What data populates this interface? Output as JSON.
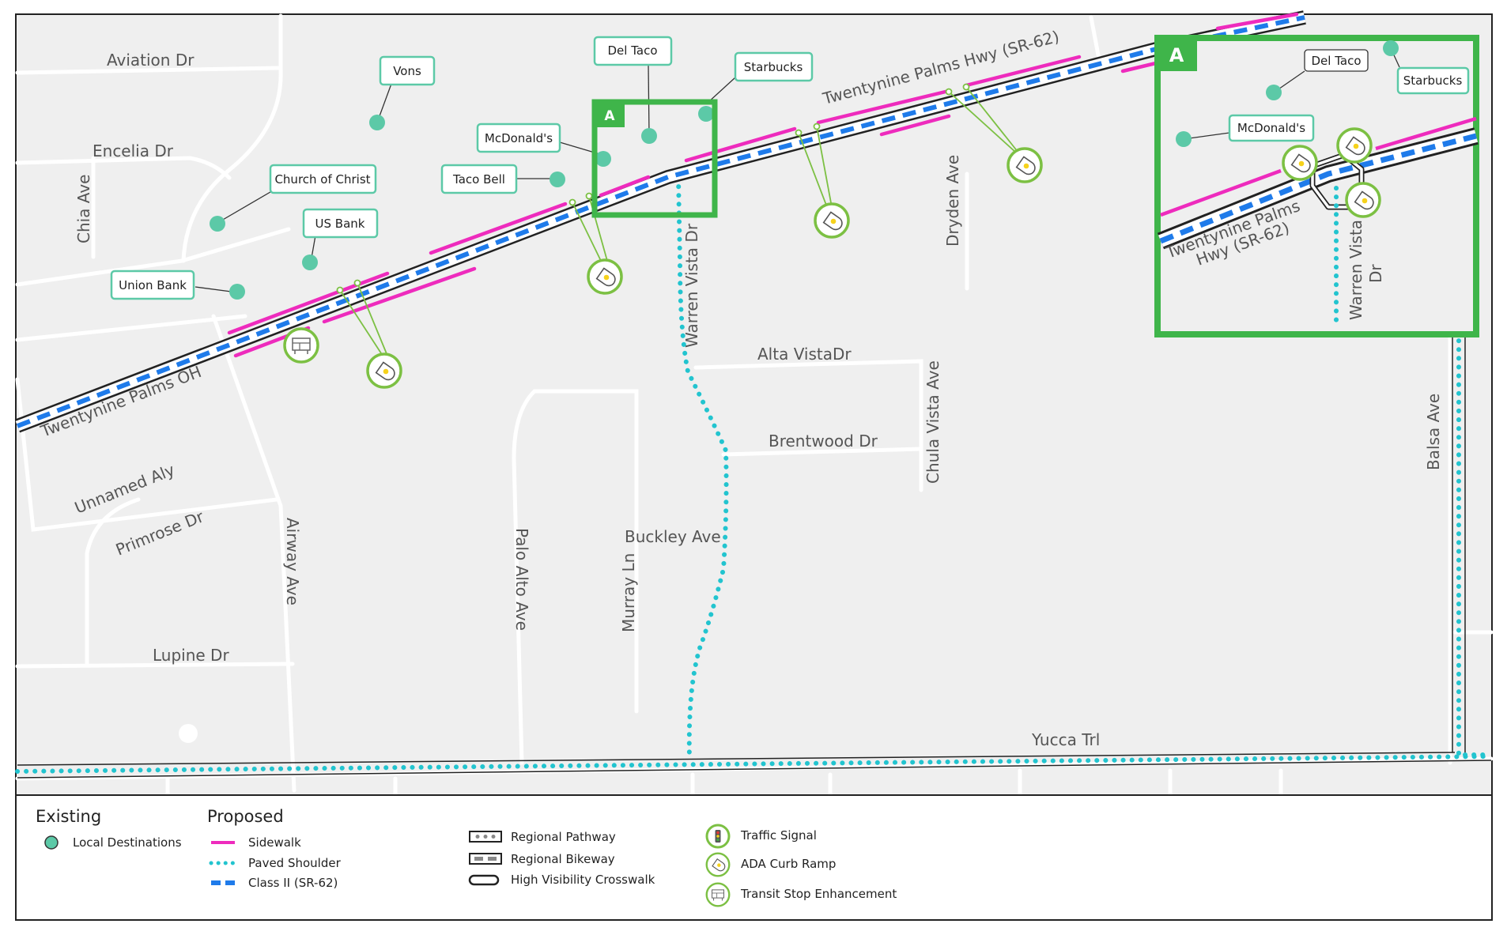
{
  "colors": {
    "background": "#efefef",
    "road": "#ffffff",
    "sidewalk": "#ee2bbd",
    "paved_shoulder": "#22c4cf",
    "class2": "#1f7bea",
    "destination": "#5cc9a7",
    "callout_border": "#5cc9a7",
    "inset_box": "#3fb54a",
    "symbol_ring": "#7cc043",
    "symbol_accent": "#f6d21b"
  },
  "streets": {
    "aviation": "Aviation Dr",
    "encelia": "Encelia Dr",
    "chia": "Chia Ave",
    "twentynine_hwy": "Twentynine Palms Hwy (SR-62)",
    "twentynine_oh": "Twentynine Palms OH",
    "warren": "Warren Vista Dr",
    "dryden": "Dryden Ave",
    "alta_vista": "Alta VistaDr",
    "brentwood": "Brentwood Dr",
    "chula_vista": "Chula Vista Ave",
    "unnamed": "Unnamed Aly",
    "primrose": "Primrose Dr",
    "airway": "Airway Ave",
    "palo_alto": "Palo Alto Ave",
    "buckley": "Buckley Ave",
    "murray": "Murray Ln",
    "lupine": "Lupine Dr",
    "yucca": "Yucca Trl",
    "balsa": "Balsa  Ave"
  },
  "destinations": {
    "vons": "Vons",
    "del_taco": "Del Taco",
    "starbucks": "Starbucks",
    "mcdonalds": "McDonald's",
    "taco_bell": "Taco Bell",
    "church": "Church of Christ",
    "us_bank": "US Bank",
    "union_bank": "Union Bank"
  },
  "inset": {
    "letter": "A",
    "del_taco": "Del Taco",
    "starbucks": "Starbucks",
    "mcdonalds": "McDonald's",
    "hwy_line1": "Twentynine Palms",
    "hwy_line2": "Hwy (SR-62)",
    "warren_line1": "Warren Vista",
    "warren_line2": "Dr"
  },
  "legend": {
    "existing_title": "Existing",
    "local_destinations": "Local Destinations",
    "proposed_title": "Proposed",
    "sidewalk": "Sidewalk",
    "paved_shoulder": "Paved Shoulder",
    "class2": "Class II (SR-62)",
    "regional_pathway": "Regional Pathway",
    "regional_bikeway": "Regional Bikeway",
    "crosswalk": "High Visibility Crosswalk",
    "traffic_signal": "Traffic Signal",
    "curb_ramp": "ADA Curb Ramp",
    "transit_stop": "Transit Stop Enhancement"
  }
}
